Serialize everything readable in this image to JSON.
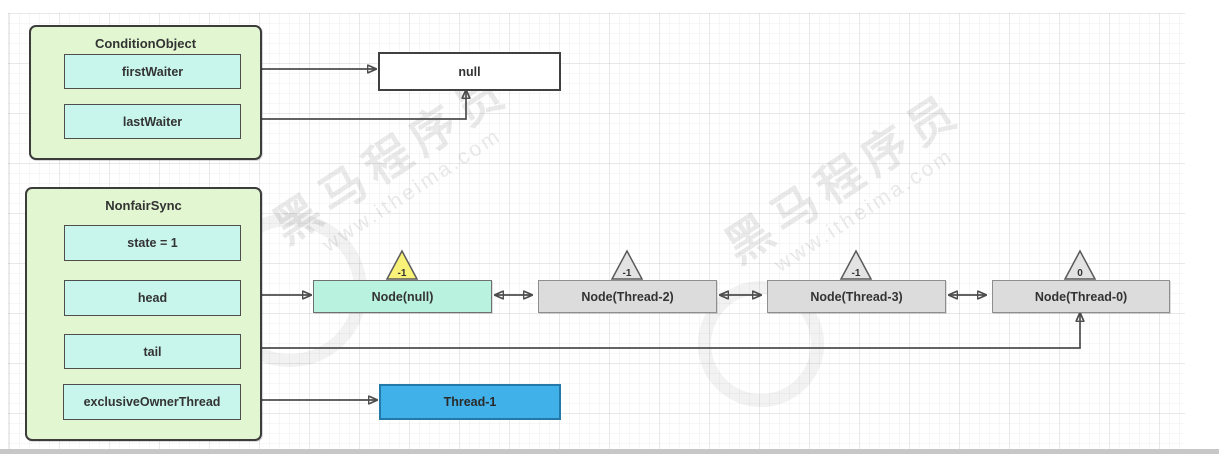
{
  "diagram": {
    "condition_object": {
      "title": "ConditionObject",
      "fields": [
        {
          "label": "firstWaiter"
        },
        {
          "label": "lastWaiter"
        }
      ]
    },
    "null_ref": {
      "label": "null"
    },
    "nonfair_sync": {
      "title": "NonfairSync",
      "fields": [
        {
          "label": "state = 1"
        },
        {
          "label": "head"
        },
        {
          "label": "tail"
        },
        {
          "label": "exclusiveOwnerThread"
        }
      ]
    },
    "wait_queue": [
      {
        "label": "Node(null)",
        "wait_status": "-1",
        "style": "head-node"
      },
      {
        "label": "Node(Thread-2)",
        "wait_status": "-1",
        "style": "queued-node"
      },
      {
        "label": "Node(Thread-3)",
        "wait_status": "-1",
        "style": "queued-node"
      },
      {
        "label": "Node(Thread-0)",
        "wait_status": "0",
        "style": "queued-node"
      }
    ],
    "owner_thread": {
      "label": "Thread-1"
    }
  },
  "watermark": {
    "brand": "黑马程序员",
    "site": "www.itheima.com"
  },
  "colors": {
    "container_fill": "#e2f7d1",
    "field_fill": "#c8f6ec",
    "head_node_fill": "#b9f2de",
    "queued_node_fill": "#dcdcdc",
    "status_neg1_fill": "#f8f279",
    "status_zero_fill": "#e3e3e3",
    "owner_fill": "#41b1e9",
    "arrow": "#4d4d4d"
  }
}
